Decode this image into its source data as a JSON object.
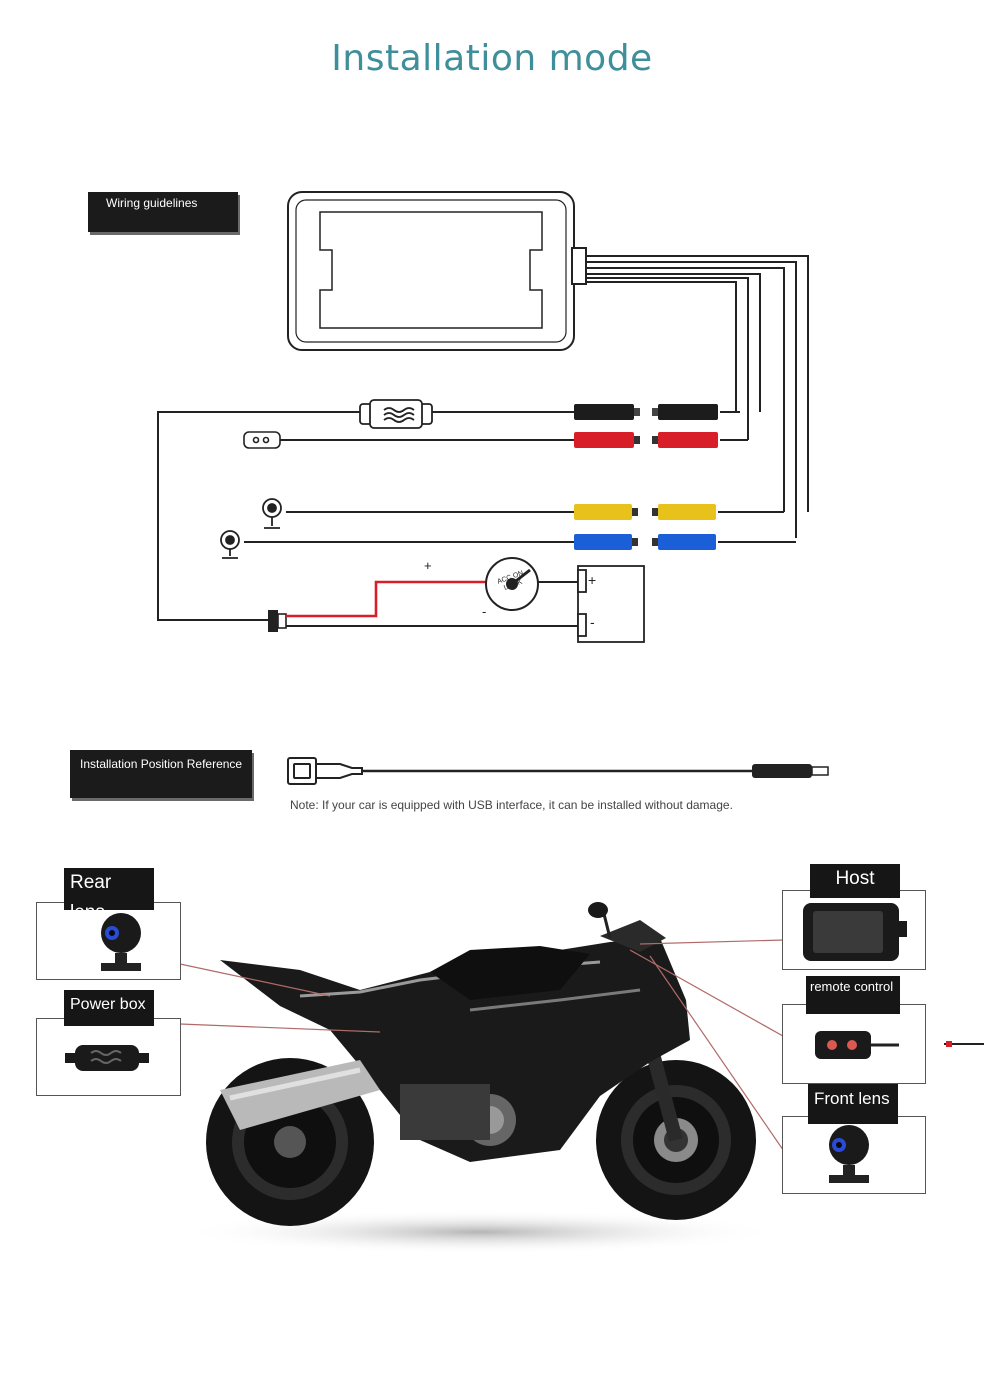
{
  "title": "Installation mode",
  "wiring": {
    "label": "Wiring guidelines",
    "plus_sign": "+",
    "minus_sign": "-",
    "switch_text": "ACC ON LOCK",
    "battery_plus": "+",
    "battery_minus": "-"
  },
  "usb": {
    "label": "Installation Position Reference",
    "note": "Note: If your car is equipped with USB interface, it can be installed without damage."
  },
  "components": {
    "rear_lens": "Rear lens",
    "power_box": "Power box",
    "host": "Host",
    "remote_control": "remote control",
    "front_lens": "Front lens"
  },
  "colors": {
    "title": "#3f8f9a",
    "wire_red": "#d81e28",
    "wire_yellow": "#e8c21a",
    "wire_blue": "#1a5fd8",
    "label_bg": "#1b1b1b"
  }
}
